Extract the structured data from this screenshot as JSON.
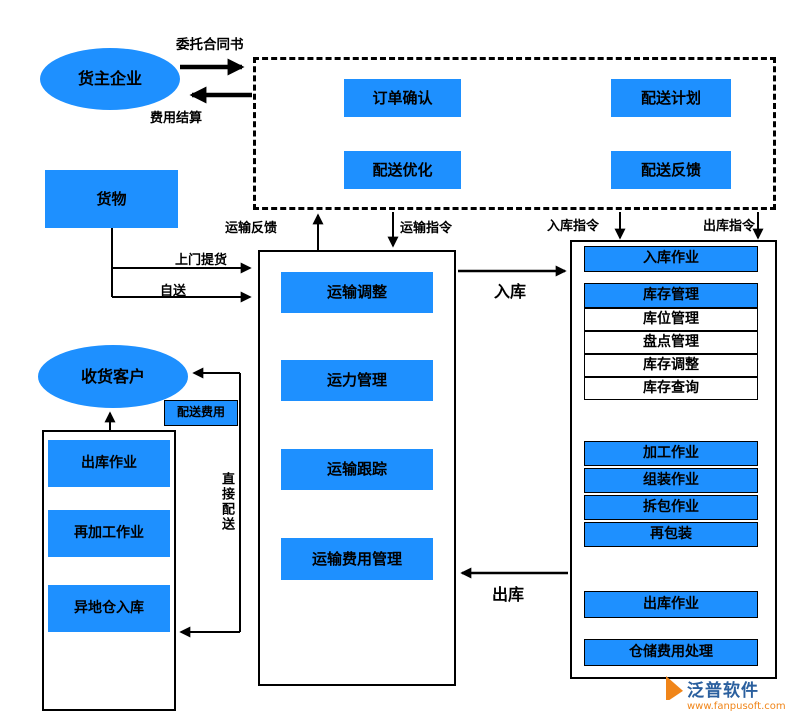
{
  "colors": {
    "node_blue": "#1e90ff",
    "line_black": "#000000",
    "logo_blue": "#2a5f9e",
    "logo_orange": "#f08519"
  },
  "nodes": {
    "shipper": "货主企业",
    "goods": "货物",
    "customer": "收货客户",
    "delivery_fee": "配送费用"
  },
  "edge_labels": {
    "contract": "委托合同书",
    "settlement": "费用结算",
    "pickup": "上门提货",
    "self_delivery": "自送",
    "transport_feedback": "运输反馈",
    "transport_order": "运输指令",
    "inbound_order": "入库指令",
    "outbound_order": "出库指令",
    "inbound": "入库",
    "outbound": "出库",
    "direct_delivery": "直接配送"
  },
  "order_panel": {
    "items": [
      {
        "label": "订单确认"
      },
      {
        "label": "配送计划"
      },
      {
        "label": "配送优化"
      },
      {
        "label": "配送反馈"
      }
    ]
  },
  "transport_panel": {
    "items": [
      {
        "label": "运输调整"
      },
      {
        "label": "运力管理"
      },
      {
        "label": "运输跟踪"
      },
      {
        "label": "运输费用管理"
      }
    ]
  },
  "warehouse_panel": {
    "items": [
      {
        "label": "入库作业",
        "fill": "blue"
      },
      {
        "label": "库存管理",
        "fill": "blue"
      },
      {
        "label": "库位管理",
        "fill": "white"
      },
      {
        "label": "盘点管理",
        "fill": "white"
      },
      {
        "label": "库存调整",
        "fill": "white"
      },
      {
        "label": "库存查询",
        "fill": "white"
      },
      {
        "label": "加工作业",
        "fill": "blue"
      },
      {
        "label": "组装作业",
        "fill": "blue"
      },
      {
        "label": "拆包作业",
        "fill": "blue"
      },
      {
        "label": "再包装",
        "fill": "blue"
      },
      {
        "label": "出库作业",
        "fill": "blue"
      },
      {
        "label": "仓储费用处理",
        "fill": "blue"
      }
    ]
  },
  "customer_panel": {
    "items": [
      {
        "label": "出库作业"
      },
      {
        "label": "再加工作业"
      },
      {
        "label": "异地仓入库"
      }
    ]
  },
  "logo": {
    "name": "泛普软件",
    "url": "www.fanpusoft.com"
  }
}
